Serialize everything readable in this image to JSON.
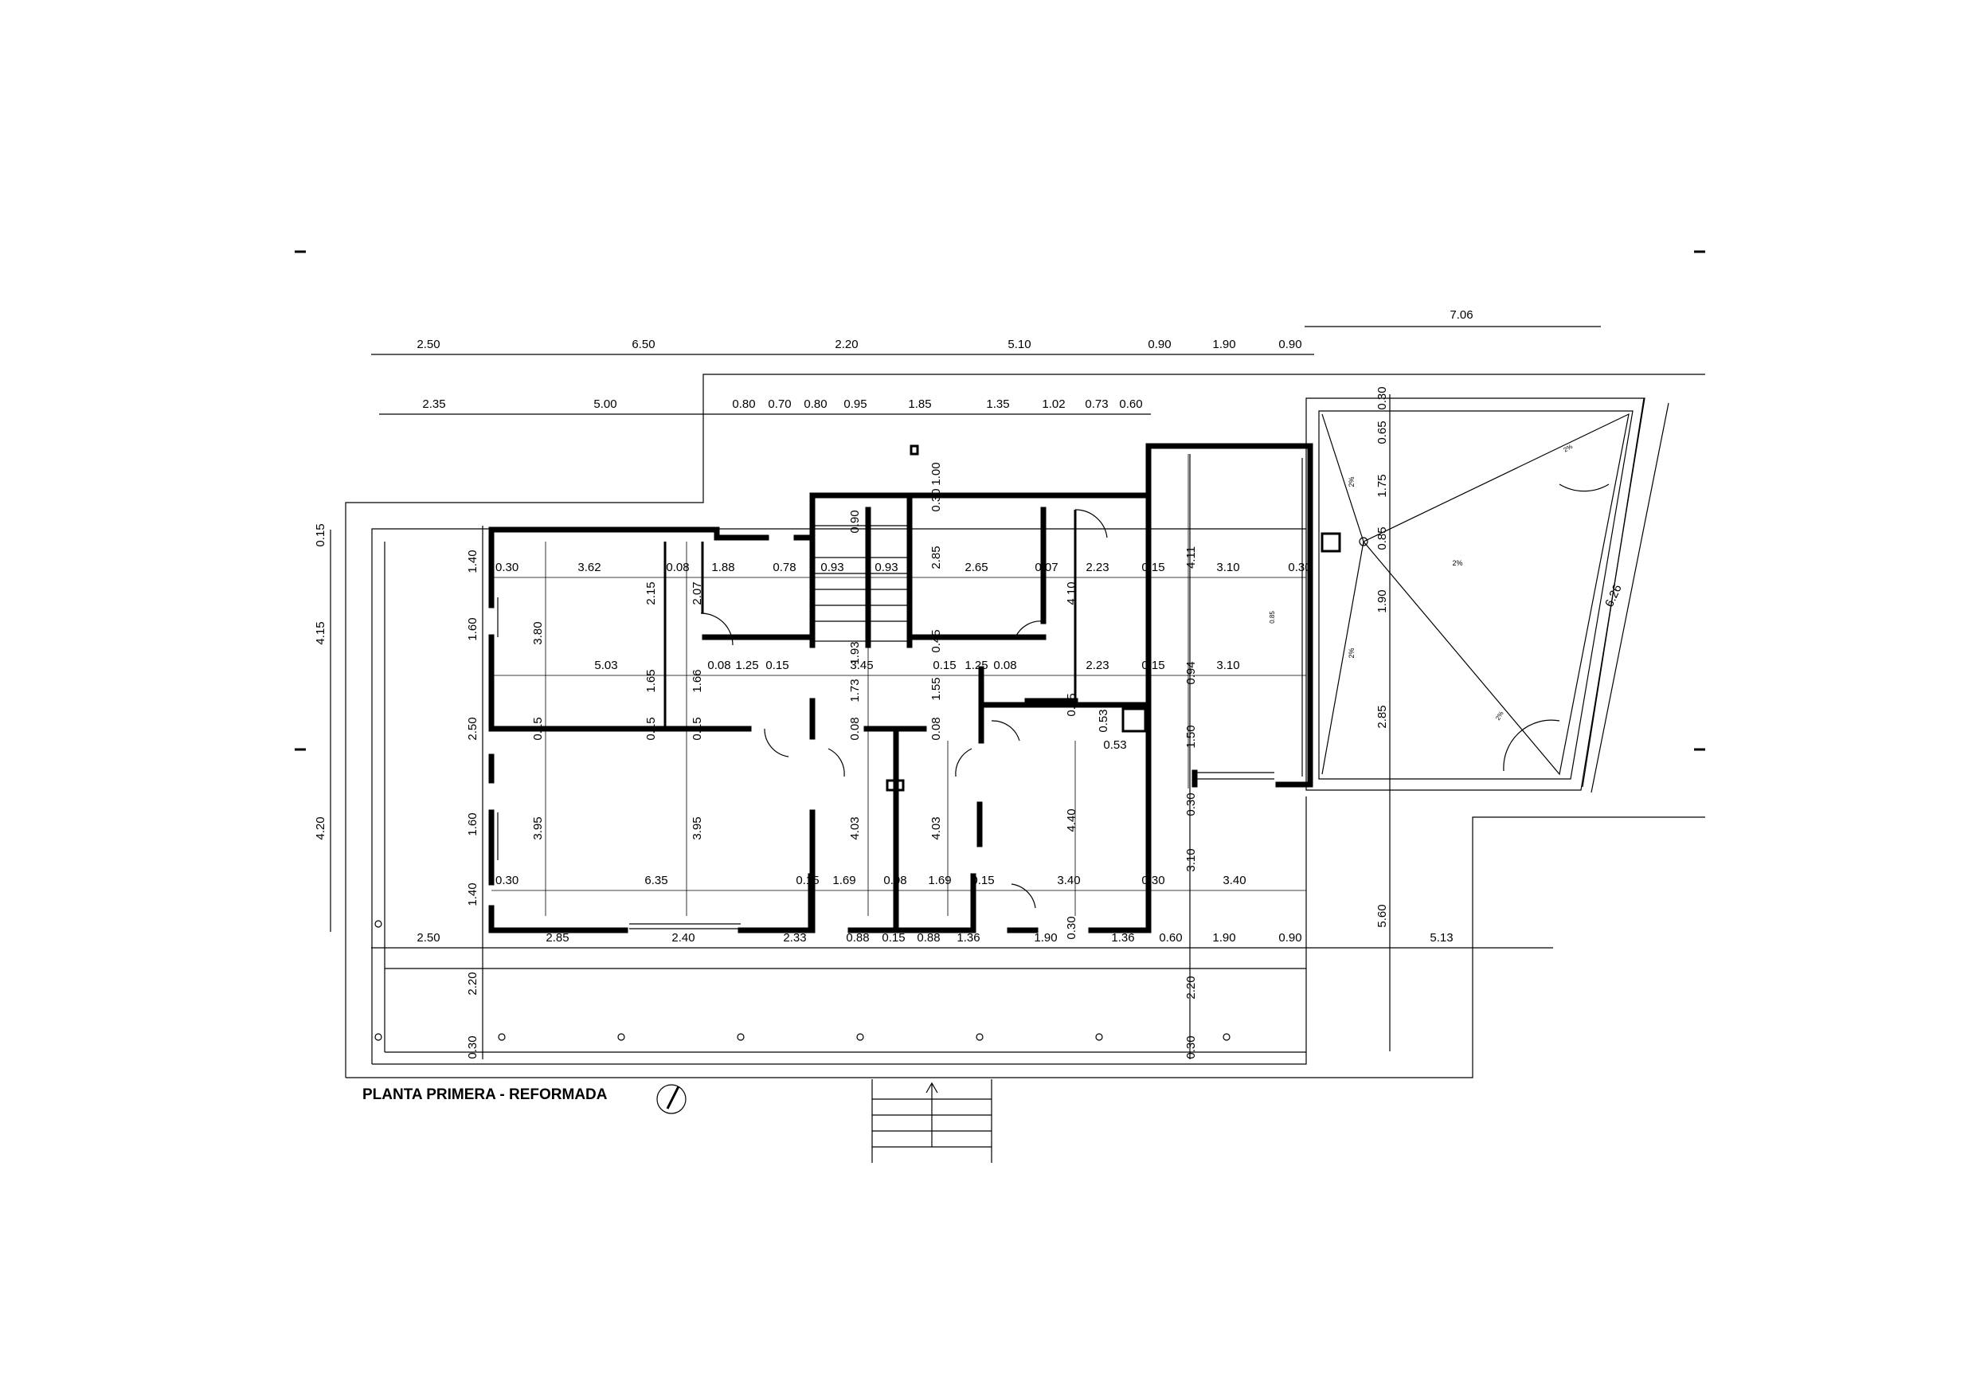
{
  "drawing": {
    "title": "PLANTA PRIMERA - REFORMADA"
  },
  "dimensions": {
    "top_total": [
      "7.06"
    ],
    "top_row1": [
      "2.50",
      "6.50",
      "2.20",
      "5.10",
      "0.90",
      "1.90",
      "0.90"
    ],
    "top_row2": [
      "2.35",
      "5.00",
      "0.80",
      "0.70",
      "0.80",
      "0.95",
      "1.85",
      "1.35",
      "1.02",
      "0.73",
      "0.60"
    ],
    "bottom_row1": [
      "2.85",
      "2.40",
      "2.33",
      "0.88",
      "0.15",
      "0.88",
      "1.36",
      "1.90",
      "1.36",
      "0.60",
      "1.90",
      "0.90",
      "5.13"
    ],
    "bottom_left": "2.50",
    "left_outer": [
      "0.15",
      "4.15",
      "4.20"
    ],
    "left_inner": [
      "1.40",
      "1.60",
      "2.50",
      "1.60",
      "1.40",
      "2.20",
      "0.30"
    ],
    "right_column": [
      "0.30",
      "0.65",
      "1.75",
      "0.85",
      "1.90",
      "2.85",
      "5.60",
      "6.26"
    ],
    "interior": [
      "0.30",
      "3.62",
      "0.08",
      "1.88",
      "0.78",
      "0.93",
      "0.93",
      "2.65",
      "0.07",
      "2.23",
      "0.15",
      "3.10",
      "0.30",
      "3.80",
      "2.15",
      "2.07",
      "5.03",
      "1.65",
      "1.66",
      "0.08",
      "1.25",
      "0.15",
      "1.93",
      "1.73",
      "3.45",
      "0.15",
      "1.25",
      "0.08",
      "2.23",
      "0.15",
      "3.10",
      "0.90",
      "2.85",
      "0.45",
      "1.55",
      "4.10",
      "4.11",
      "0.94",
      "1.00",
      "0.30",
      "0.15",
      "0.15",
      "0.15",
      "0.08",
      "0.08",
      "0.15",
      "0.53",
      "0.53",
      "1.50",
      "3.95",
      "3.95",
      "4.03",
      "4.03",
      "4.40",
      "0.30",
      "6.35",
      "0.15",
      "1.69",
      "0.08",
      "1.69",
      "0.15",
      "3.40",
      "0.30",
      "3.40",
      "0.30",
      "3.10",
      "0.30",
      "2.20",
      "0.30"
    ],
    "roof_marks": [
      "2%",
      "2%",
      "2%",
      "2%",
      "0.85",
      "2%"
    ]
  }
}
